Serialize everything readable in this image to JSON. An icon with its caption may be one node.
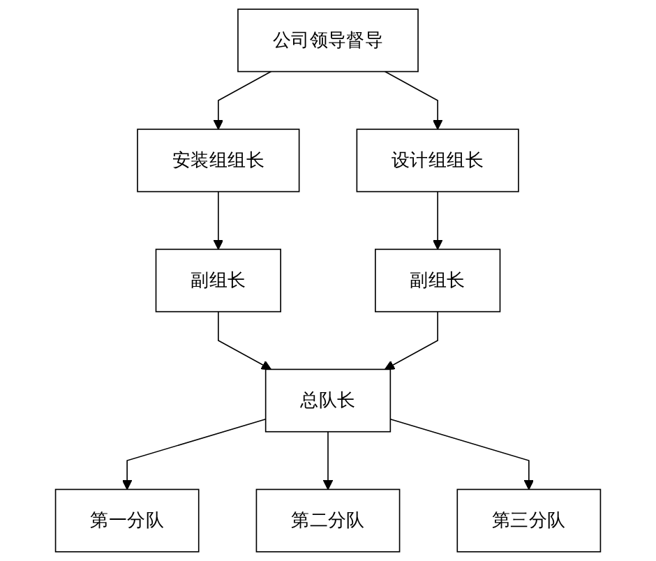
{
  "diagram": {
    "nodes": [
      {
        "text": [
          "公司领导督导"
        ]
      },
      {
        "text": [
          "安装组组长"
        ]
      },
      {
        "text": [
          "设计组组长"
        ]
      },
      {
        "text": [
          "副组长"
        ]
      },
      {
        "text": [
          "副组长"
        ]
      },
      {
        "text": [
          "总队长"
        ]
      },
      {
        "text": [
          "第一分队"
        ]
      },
      {
        "text": [
          "第二分队"
        ]
      },
      {
        "text": [
          "第三分队"
        ]
      }
    ],
    "edges": [
      {
        "from": 0,
        "to": 1,
        "arrow": "to"
      },
      {
        "from": 0,
        "to": 2,
        "arrow": "to"
      },
      {
        "from": 1,
        "to": 3,
        "arrow": "to"
      },
      {
        "from": 2,
        "to": 4,
        "arrow": "to"
      },
      {
        "from": 3,
        "to": 5,
        "arrow": "to"
      },
      {
        "from": 4,
        "to": 5,
        "arrow": "to"
      },
      {
        "from": 5,
        "to": 6,
        "arrow": "to"
      },
      {
        "from": 5,
        "to": 7,
        "arrow": "to"
      },
      {
        "from": 5,
        "to": 8,
        "arrow": "to"
      }
    ]
  }
}
